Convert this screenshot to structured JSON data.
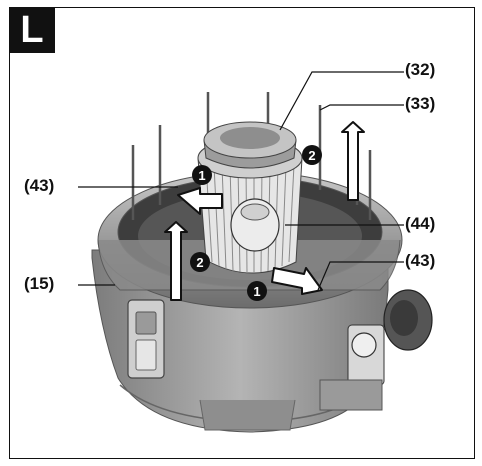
{
  "panel": {
    "letter": "L"
  },
  "callouts": {
    "c32": "(32)",
    "c33": "(33)",
    "c43_left": "(43)",
    "c44": "(44)",
    "c43_right": "(43)",
    "c15": "(15)"
  },
  "steps": {
    "one": "1",
    "two": "2"
  },
  "colors": {
    "body_gray": "#9a9a9a",
    "dark_gray": "#5a5a5a",
    "filter_white": "#e8e8e8",
    "badge": "#111111"
  }
}
